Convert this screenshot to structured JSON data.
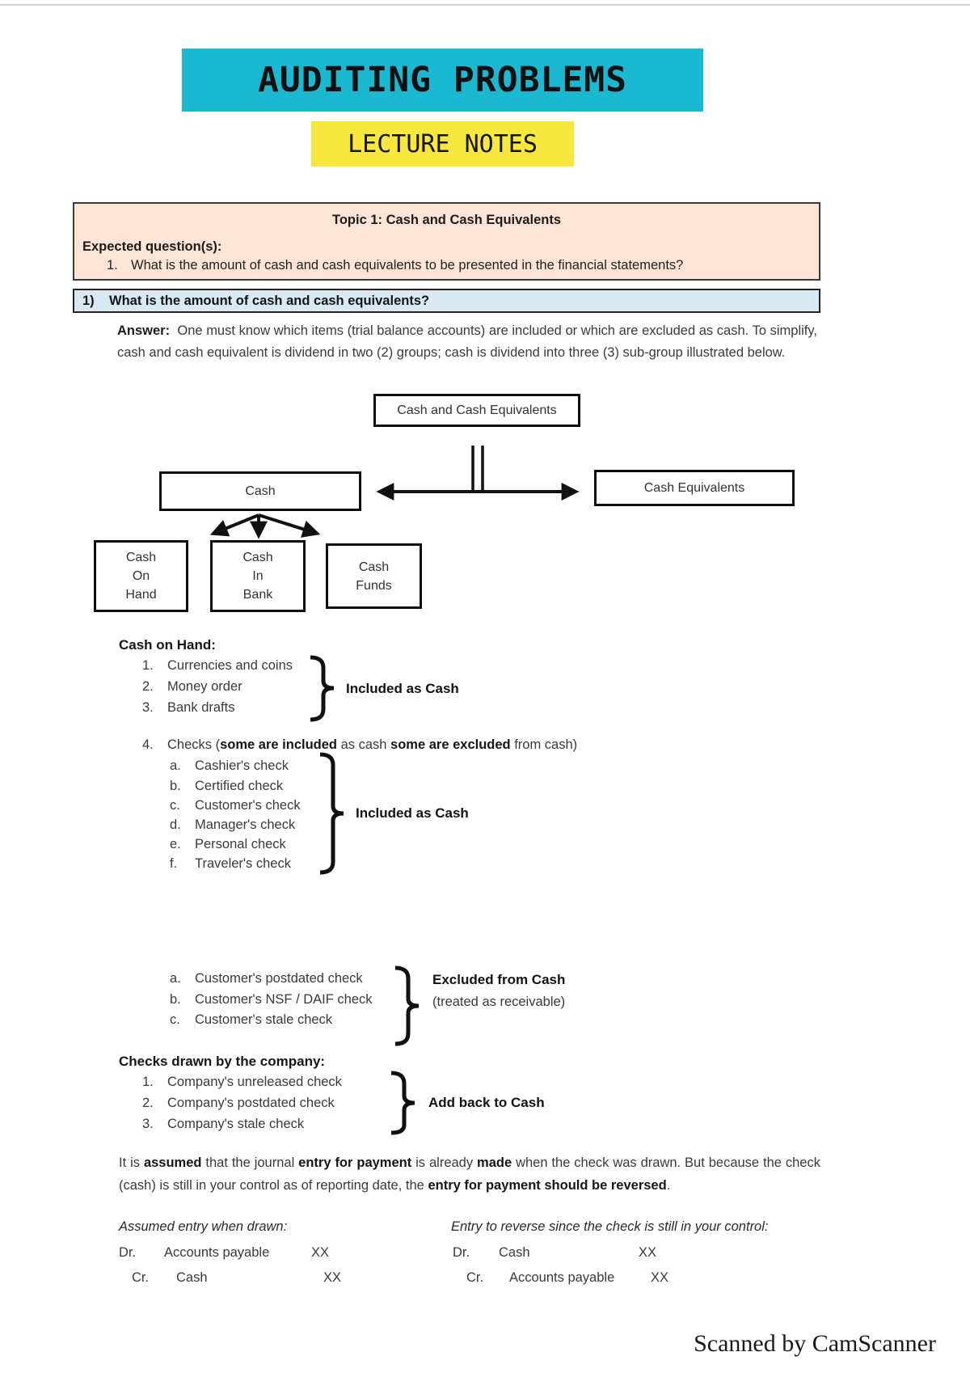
{
  "banners": {
    "title": "AUDITING PROBLEMS",
    "subtitle": "LECTURE NOTES"
  },
  "topic": {
    "title": "Topic 1:  Cash and Cash Equivalents",
    "expected_label": "Expected question(s):",
    "q_num": "1.",
    "q_text": "What is the amount of cash and cash equivalents to be presented in the financial statements?"
  },
  "qbar": {
    "num": "1)",
    "title": "What is the amount of cash and cash equivalents?"
  },
  "answer": {
    "label": "Answer:",
    "text": "One must know which items (trial balance accounts) are included or which are excluded as cash.  To simplify, cash and cash equivalent is dividend in two (2) groups; cash is dividend into three (3) sub-group illustrated below."
  },
  "diagram": {
    "root": "Cash and Cash Equivalents",
    "cash": "Cash",
    "cash_equivalents": "Cash Equivalents",
    "sub": [
      "Cash\nOn\nHand",
      "Cash\nIn\nBank",
      "Cash\nFunds"
    ]
  },
  "coh": {
    "heading": "Cash on Hand:",
    "items": [
      {
        "num": "1.",
        "text": "Currencies and coins"
      },
      {
        "num": "2.",
        "text": "Money order"
      },
      {
        "num": "3.",
        "text": "Bank drafts"
      }
    ],
    "brace_label": "Included as Cash"
  },
  "checks": {
    "num": "4.",
    "prefix": "Checks (",
    "bold1": "some are included",
    "mid": " as cash ",
    "bold2": "some are excluded",
    "suffix": " from cash)",
    "included": {
      "items": [
        {
          "letter": "a.",
          "text": "Cashier's check"
        },
        {
          "letter": "b.",
          "text": "Certified check"
        },
        {
          "letter": "c.",
          "text": "Customer's check"
        },
        {
          "letter": "d.",
          "text": "Manager's check"
        },
        {
          "letter": "e.",
          "text": "Personal check"
        },
        {
          "letter": "f.",
          "text": "Traveler's check"
        }
      ],
      "brace_label": "Included as Cash"
    },
    "excluded": {
      "items": [
        {
          "letter": "a.",
          "text": "Customer's postdated check"
        },
        {
          "letter": "b.",
          "text": "Customer's NSF / DAIF check"
        },
        {
          "letter": "c.",
          "text": "Customer's stale check"
        }
      ],
      "brace_label": "Excluded from Cash",
      "brace_note": "(treated as receivable)"
    }
  },
  "drawn": {
    "heading": "Checks drawn by the company:",
    "items": [
      {
        "num": "1.",
        "text": "Company's unreleased check"
      },
      {
        "num": "2.",
        "text": "Company's postdated check"
      },
      {
        "num": "3.",
        "text": "Company's stale check"
      }
    ],
    "brace_label": "Add back to Cash"
  },
  "note": {
    "s1": "It is ",
    "b1": "assumed",
    "s2": " that the journal ",
    "b2": "entry for payment",
    "s3": " is already ",
    "b3": "made",
    "s4": " when the check was drawn.  But because the check (cash) is still in your control as of reporting date, the ",
    "b4": "entry for payment should be reversed",
    "s5": "."
  },
  "journal": {
    "left": {
      "heading": "Assumed entry when drawn:",
      "rows": [
        {
          "side": "Dr.",
          "account": "Accounts payable",
          "amount": "XX"
        },
        {
          "side": "Cr.",
          "account": "Cash",
          "amount": "XX"
        }
      ]
    },
    "right": {
      "heading": "Entry to reverse since the check is still in your control:",
      "rows": [
        {
          "side": "Dr.",
          "account": "Cash",
          "amount": "XX"
        },
        {
          "side": "Cr.",
          "account": "Accounts payable",
          "amount": "XX"
        }
      ]
    }
  },
  "footer": {
    "credit": "Scanned by CamScanner"
  },
  "colors": {
    "banner_cyan": "#1ab9d1",
    "banner_yellow": "#f8e73c",
    "topic_peach": "#fce5d4",
    "header_blue": "#d8e9f4",
    "ink": "#2e2e2e"
  }
}
